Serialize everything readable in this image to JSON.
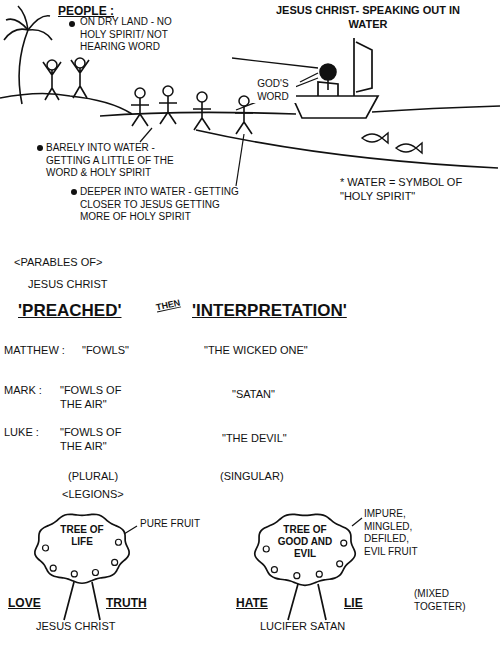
{
  "diagram": {
    "nodes": [
      {
        "text": [
          "TREE OF LIFE"
        ]
      },
      {
        "text": [
          "TREE OF GOOD AND EVIL"
        ]
      }
    ],
    "labels": [
      "PEOPLE :",
      "ON DRY LAND - NO HOLY SPIRIT/ NOT HEARING WORD",
      "JESUS CHRIST- SPEAKING OUT IN WATER",
      "GOD'S WORD",
      "BARELY INTO WATER - GETTING A LITTLE OF THE WORD & HOLY SPIRIT",
      "DEEPER INTO WATER - GETTING CLOSER TO JESUS GETTING MORE OF HOLY SPIRIT",
      "* WATER = SYMBOL OF \"HOLY SPIRIT\"",
      "<PARABLES OF>",
      "JESUS CHRIST",
      "'PREACHED'",
      "THEN",
      "'INTERPRETATION'",
      "MATTHEW :",
      "\"FOWLS\"",
      "\"THE WICKED ONE\"",
      "MARK :",
      "\"FOWLS OF THE AIR\"",
      "\"SATAN\"",
      "LUKE :",
      "\"FOWLS OF THE AIR\"",
      "\"THE DEVIL\"",
      "(PLURAL)",
      "<LEGIONS>",
      "(SINGULAR)",
      "PURE FRUIT",
      "LOVE",
      "TRUTH",
      "JESUS CHRIST",
      "IMPURE, MINGLED, DEFILED, EVIL FRUIT",
      "(MIXED TOGETER)",
      "HATE",
      "LIE",
      "LUCIFER SATAN"
    ]
  }
}
